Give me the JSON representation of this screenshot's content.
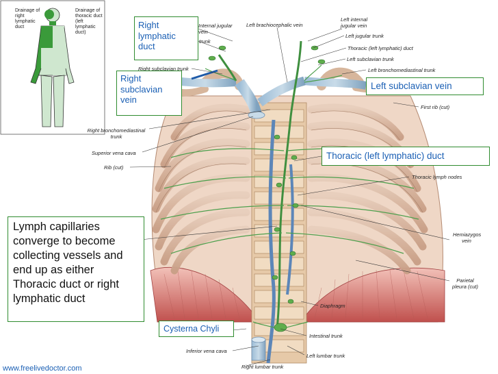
{
  "inset": {
    "left_label": "Drainage of right lymphatic duct",
    "right_label": "Drainage of thoracic duct (left lymphatic duct)"
  },
  "callouts": {
    "right_lymphatic_duct": "Right lymphatic duct",
    "right_subclavian_vein": "Right subclavian vein",
    "left_subclavian_vein": "Left subclavian vein",
    "thoracic_duct": "Thoracic (left lymphatic) duct",
    "lymph_capillaries": "Lymph capillaries converge to become collecting vessels and end up as either Thoracic duct or right lymphatic duct",
    "cisterna_chyli": "Cysterna Chyli"
  },
  "labels": {
    "internal_jugular_right": "Internal jugular vein",
    "trunk_right": "trunk",
    "left_brachiocephalic": "Left brachiocephalic vein",
    "left_internal_jugular": "Left internal jugular vein",
    "left_jugular_trunk": "Left jugular trunk",
    "thoracic_left_duct": "Thoracic (left lymphatic) duct",
    "left_subclavian_trunk": "Left subclavian trunk",
    "left_bronchomediastinal": "Left bronchomediastinal trunk",
    "right_subclavian_trunk": "Right subclavian trunk",
    "first_rib": "First rib (cut)",
    "right_bronchomediastinal": "Right bronchomediastinal trunk",
    "superior_vena_cava": "Superior vena cava",
    "rib_cut": "Rib (cut)",
    "thoracic_lymph_nodes": "Thoracic lymph nodes",
    "hemiazygos": "Hemiazygos vein",
    "parietal_pleura": "Parietal pleura (cut)",
    "diaphragm": "Diaphragm",
    "intestinal_trunk": "Intestinal trunk",
    "inferior_vena_cava": "Inferior vena cava",
    "left_lumbar": "Left lumbar trunk",
    "right_lumbar": "Right lumbar trunk"
  },
  "footer": "www.freelivedoctor.com",
  "colors": {
    "callout_text": "#1a5fb4",
    "callout_border_green": "#2e8b2e",
    "callout_border_blue": "#1e5aa8",
    "vein": "#7fa8c8",
    "lymph": "#3f8f3f",
    "rib": "#d9b8a0",
    "muscle": "#c96a6a",
    "inset_green": "#3a9a3a"
  }
}
